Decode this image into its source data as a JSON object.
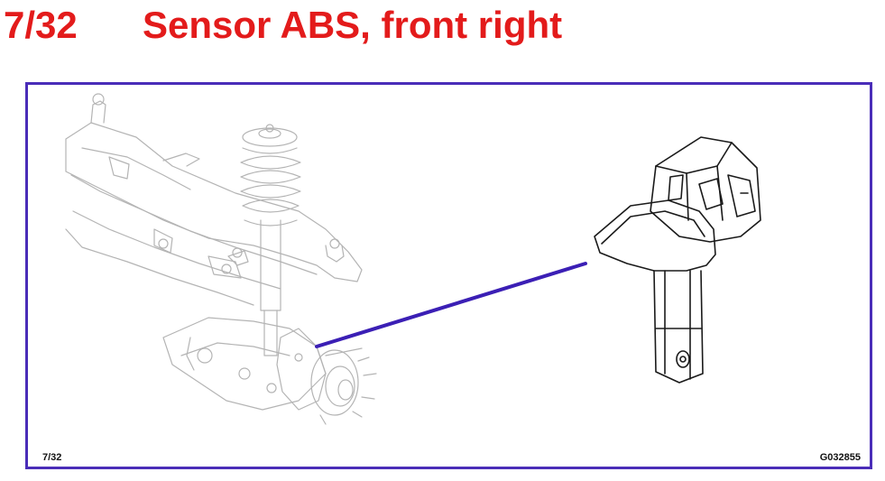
{
  "header": {
    "number": "7/32",
    "title": "Sensor ABS, front right"
  },
  "figure": {
    "label_left": "7/32",
    "label_right": "G032855",
    "frame_color": "#4a2db8",
    "title_color": "#e31b1b",
    "leader_color": "#3b1fb5"
  }
}
